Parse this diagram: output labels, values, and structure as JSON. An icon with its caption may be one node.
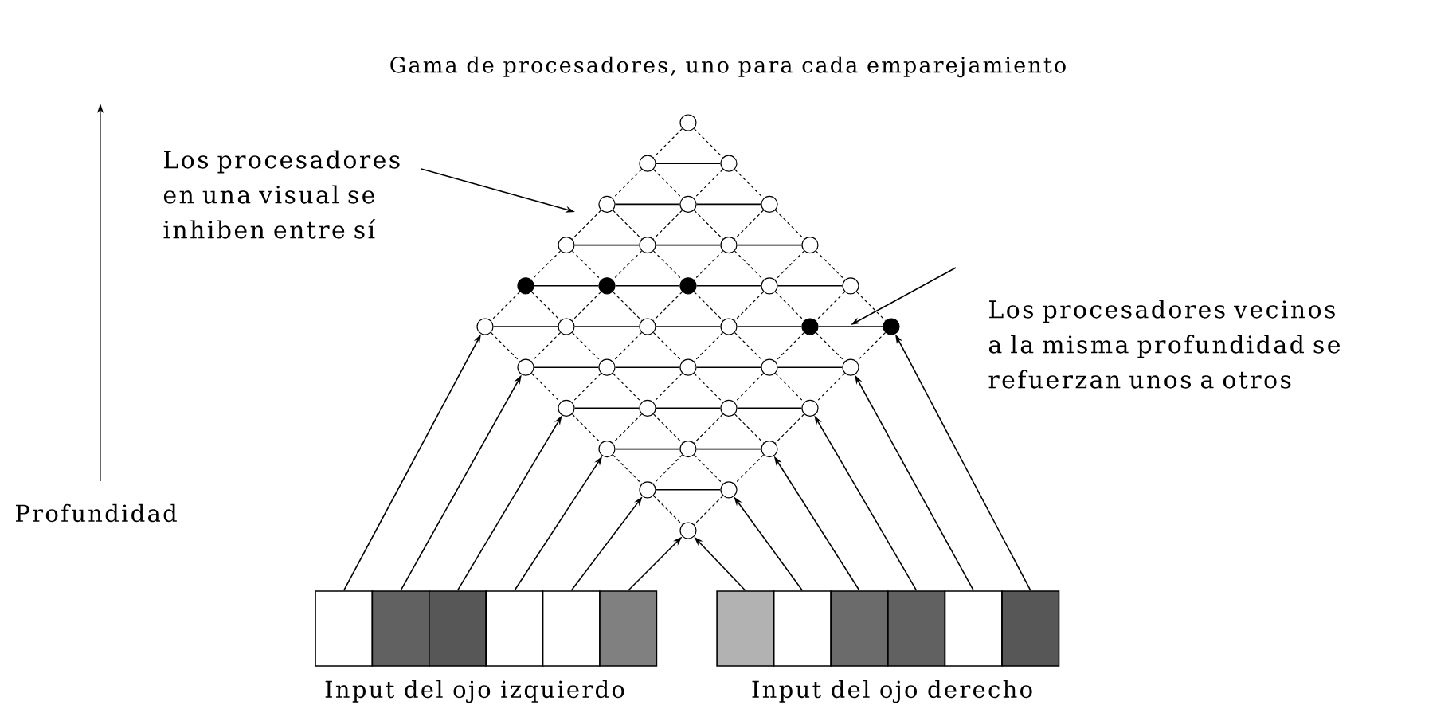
{
  "diagram": {
    "title": "Gama de procesadores, uno para cada emparejamiento",
    "nodes": [
      {
        "text": [
          "Los procesadores en una visual se inhiben entre sí"
        ]
      },
      {
        "text": [
          "Los procesadores vecinos a la misma profundidad se refuerzan unos a otros"
        ]
      },
      {
        "text": [],
        "shape": "circle"
      },
      {
        "text": [],
        "shape": "circle"
      },
      {
        "text": [],
        "shape": "circle"
      },
      {
        "text": [],
        "shape": "circle"
      },
      {
        "text": [],
        "shape": "circle"
      },
      {
        "text": [],
        "shape": "circle"
      },
      {
        "text": [],
        "shape": "circle"
      },
      {
        "text": [],
        "shape": "circle"
      },
      {
        "text": [],
        "shape": "circle"
      },
      {
        "text": [],
        "shape": "circle"
      },
      {
        "text": [],
        "shape": "dot"
      },
      {
        "text": [],
        "shape": "dot"
      },
      {
        "text": [],
        "shape": "dot"
      },
      {
        "text": [],
        "shape": "circle"
      },
      {
        "text": [],
        "shape": "circle"
      },
      {
        "text": [],
        "shape": "circle"
      },
      {
        "text": [],
        "shape": "circle"
      },
      {
        "text": [],
        "shape": "circle"
      },
      {
        "text": [],
        "shape": "circle"
      },
      {
        "text": [],
        "shape": "dot"
      },
      {
        "text": [],
        "shape": "dot"
      },
      {
        "text": [],
        "shape": "circle"
      },
      {
        "text": [],
        "shape": "circle"
      },
      {
        "text": [],
        "shape": "circle"
      },
      {
        "text": [],
        "shape": "circle"
      },
      {
        "text": [],
        "shape": "circle"
      },
      {
        "text": [],
        "shape": "circle"
      },
      {
        "text": [],
        "shape": "circle"
      },
      {
        "text": [],
        "shape": "circle"
      },
      {
        "text": [],
        "shape": "circle"
      },
      {
        "text": [],
        "shape": "circle"
      },
      {
        "text": [],
        "shape": "circle"
      },
      {
        "text": [],
        "shape": "circle"
      },
      {
        "text": [],
        "shape": "circle"
      },
      {
        "text": [],
        "shape": "circle"
      },
      {
        "text": [],
        "shape": "circle"
      },
      {
        "text": [],
        "shape": "box"
      },
      {
        "text": [],
        "shape": "box"
      },
      {
        "text": [],
        "shape": "box"
      },
      {
        "text": [],
        "shape": "box"
      },
      {
        "text": [],
        "shape": "box"
      },
      {
        "text": [],
        "shape": "box"
      },
      {
        "text": [],
        "shape": "box"
      },
      {
        "text": [],
        "shape": "box"
      },
      {
        "text": [],
        "shape": "box"
      },
      {
        "text": [],
        "shape": "box"
      },
      {
        "text": [],
        "shape": "box"
      },
      {
        "text": [],
        "shape": "box"
      }
    ],
    "edges": [
      {
        "from": 3,
        "to": 4,
        "arrow": "none"
      },
      {
        "from": 5,
        "to": 6,
        "arrow": "none"
      },
      {
        "from": 6,
        "to": 7,
        "arrow": "none"
      },
      {
        "from": 8,
        "to": 9,
        "arrow": "none"
      },
      {
        "from": 9,
        "to": 10,
        "arrow": "none"
      },
      {
        "from": 10,
        "to": 11,
        "arrow": "none"
      },
      {
        "from": 12,
        "to": 13,
        "arrow": "none"
      },
      {
        "from": 13,
        "to": 14,
        "arrow": "none"
      },
      {
        "from": 14,
        "to": 15,
        "arrow": "none"
      },
      {
        "from": 15,
        "to": 16,
        "arrow": "none"
      },
      {
        "from": 17,
        "to": 18,
        "arrow": "none"
      },
      {
        "from": 18,
        "to": 19,
        "arrow": "none"
      },
      {
        "from": 19,
        "to": 20,
        "arrow": "none"
      },
      {
        "from": 20,
        "to": 21,
        "arrow": "none"
      },
      {
        "from": 21,
        "to": 22,
        "arrow": "none"
      },
      {
        "from": 23,
        "to": 24,
        "arrow": "none"
      },
      {
        "from": 24,
        "to": 25,
        "arrow": "none"
      },
      {
        "from": 25,
        "to": 26,
        "arrow": "none"
      },
      {
        "from": 26,
        "to": 27,
        "arrow": "none"
      },
      {
        "from": 28,
        "to": 29,
        "arrow": "none"
      },
      {
        "from": 29,
        "to": 30,
        "arrow": "none"
      },
      {
        "from": 30,
        "to": 31,
        "arrow": "none"
      },
      {
        "from": 32,
        "to": 33,
        "arrow": "none"
      },
      {
        "from": 33,
        "to": 34,
        "arrow": "none"
      },
      {
        "from": 35,
        "to": 36,
        "arrow": "none"
      },
      {
        "from": 2,
        "to": 4,
        "arrow": "none",
        "style": "dashed"
      },
      {
        "from": 3,
        "to": 6,
        "arrow": "none",
        "style": "dashed"
      },
      {
        "from": 5,
        "to": 9,
        "arrow": "none",
        "style": "dashed"
      },
      {
        "from": 8,
        "to": 13,
        "arrow": "none",
        "style": "dashed"
      },
      {
        "from": 12,
        "to": 18,
        "arrow": "none",
        "style": "dashed"
      },
      {
        "from": 17,
        "to": 23,
        "arrow": "none",
        "style": "dashed"
      },
      {
        "from": 4,
        "to": 7,
        "arrow": "none",
        "style": "dashed"
      },
      {
        "from": 6,
        "to": 10,
        "arrow": "none",
        "style": "dashed"
      },
      {
        "from": 9,
        "to": 14,
        "arrow": "none",
        "style": "dashed"
      },
      {
        "from": 13,
        "to": 19,
        "arrow": "none",
        "style": "dashed"
      },
      {
        "from": 18,
        "to": 24,
        "arrow": "none",
        "style": "dashed"
      },
      {
        "from": 23,
        "to": 28,
        "arrow": "none",
        "style": "dashed"
      },
      {
        "from": 7,
        "to": 11,
        "arrow": "none",
        "style": "dashed"
      },
      {
        "from": 10,
        "to": 15,
        "arrow": "none",
        "style": "dashed"
      },
      {
        "from": 14,
        "to": 20,
        "arrow": "none",
        "style": "dashed"
      },
      {
        "from": 19,
        "to": 25,
        "arrow": "none",
        "style": "dashed"
      },
      {
        "from": 24,
        "to": 29,
        "arrow": "none",
        "style": "dashed"
      },
      {
        "from": 28,
        "to": 32,
        "arrow": "none",
        "style": "dashed"
      },
      {
        "from": 11,
        "to": 16,
        "arrow": "none",
        "style": "dashed"
      },
      {
        "from": 15,
        "to": 21,
        "arrow": "none",
        "style": "dashed"
      },
      {
        "from": 20,
        "to": 26,
        "arrow": "none",
        "style": "dashed"
      },
      {
        "from": 25,
        "to": 30,
        "arrow": "none",
        "style": "dashed"
      },
      {
        "from": 29,
        "to": 33,
        "arrow": "none",
        "style": "dashed"
      },
      {
        "from": 32,
        "to": 35,
        "arrow": "none",
        "style": "dashed"
      },
      {
        "from": 16,
        "to": 22,
        "arrow": "none",
        "style": "dashed"
      },
      {
        "from": 21,
        "to": 27,
        "arrow": "none",
        "style": "dashed"
      },
      {
        "from": 26,
        "to": 31,
        "arrow": "none",
        "style": "dashed"
      },
      {
        "from": 30,
        "to": 34,
        "arrow": "none",
        "style": "dashed"
      },
      {
        "from": 33,
        "to": 36,
        "arrow": "none",
        "style": "dashed"
      },
      {
        "from": 35,
        "to": 37,
        "arrow": "none",
        "style": "dashed"
      },
      {
        "from": 2,
        "to": 3,
        "arrow": "none",
        "style": "dashed"
      },
      {
        "from": 4,
        "to": 6,
        "arrow": "none",
        "style": "dashed"
      },
      {
        "from": 7,
        "to": 10,
        "arrow": "none",
        "style": "dashed"
      },
      {
        "from": 11,
        "to": 15,
        "arrow": "none",
        "style": "dashed"
      },
      {
        "from": 16,
        "to": 21,
        "arrow": "none",
        "style": "dashed"
      },
      {
        "from": 22,
        "to": 27,
        "arrow": "none",
        "style": "dashed"
      },
      {
        "from": 3,
        "to": 5,
        "arrow": "none",
        "style": "dashed"
      },
      {
        "from": 6,
        "to": 9,
        "arrow": "none",
        "style": "dashed"
      },
      {
        "from": 10,
        "to": 14,
        "arrow": "none",
        "style": "dashed"
      },
      {
        "from": 15,
        "to": 20,
        "arrow": "none",
        "style": "dashed"
      },
      {
        "from": 21,
        "to": 26,
        "arrow": "none",
        "style": "dashed"
      },
      {
        "from": 27,
        "to": 31,
        "arrow": "none",
        "style": "dashed"
      },
      {
        "from": 5,
        "to": 8,
        "arrow": "none",
        "style": "dashed"
      },
      {
        "from": 9,
        "to": 13,
        "arrow": "none",
        "style": "dashed"
      },
      {
        "from": 14,
        "to": 19,
        "arrow": "none",
        "style": "dashed"
      },
      {
        "from": 20,
        "to": 25,
        "arrow": "none",
        "style": "dashed"
      },
      {
        "from": 26,
        "to": 30,
        "arrow": "none",
        "style": "dashed"
      },
      {
        "from": 31,
        "to": 34,
        "arrow": "none",
        "style": "dashed"
      },
      {
        "from": 8,
        "to": 12,
        "arrow": "none",
        "style": "dashed"
      },
      {
        "from": 13,
        "to": 18,
        "arrow": "none",
        "style": "dashed"
      },
      {
        "from": 19,
        "to": 24,
        "arrow": "none",
        "style": "dashed"
      },
      {
        "from": 25,
        "to": 29,
        "arrow": "none",
        "style": "dashed"
      },
      {
        "from": 30,
        "to": 33,
        "arrow": "none",
        "style": "dashed"
      },
      {
        "from": 34,
        "to": 36,
        "arrow": "none",
        "style": "dashed"
      },
      {
        "from": 12,
        "to": 17,
        "arrow": "none",
        "style": "dashed"
      },
      {
        "from": 18,
        "to": 23,
        "arrow": "none",
        "style": "dashed"
      },
      {
        "from": 24,
        "to": 28,
        "arrow": "none",
        "style": "dashed"
      },
      {
        "from": 29,
        "to": 32,
        "arrow": "none",
        "style": "dashed"
      },
      {
        "from": 33,
        "to": 35,
        "arrow": "none",
        "style": "dashed"
      },
      {
        "from": 36,
        "to": 37,
        "arrow": "none",
        "style": "dashed"
      },
      {
        "from": 38,
        "to": 17,
        "arrow": "to"
      },
      {
        "from": 39,
        "to": 23,
        "arrow": "to"
      },
      {
        "from": 40,
        "to": 28,
        "arrow": "to"
      },
      {
        "from": 41,
        "to": 32,
        "arrow": "to"
      },
      {
        "from": 42,
        "to": 35,
        "arrow": "to"
      },
      {
        "from": 43,
        "to": 37,
        "arrow": "to"
      },
      {
        "from": 44,
        "to": 37,
        "arrow": "to"
      },
      {
        "from": 45,
        "to": 36,
        "arrow": "to"
      },
      {
        "from": 46,
        "to": 34,
        "arrow": "to"
      },
      {
        "from": 47,
        "to": 31,
        "arrow": "to"
      },
      {
        "from": 48,
        "to": 27,
        "arrow": "to"
      },
      {
        "from": 49,
        "to": 22,
        "arrow": "to"
      },
      {
        "from": 0,
        "to": null,
        "arrow": "to"
      },
      {
        "from": 1,
        "to": null,
        "arrow": "to"
      }
    ],
    "labels": [
      "Profundidad",
      "Input del ojo izquierdo",
      "Input del ojo derecho"
    ]
  }
}
